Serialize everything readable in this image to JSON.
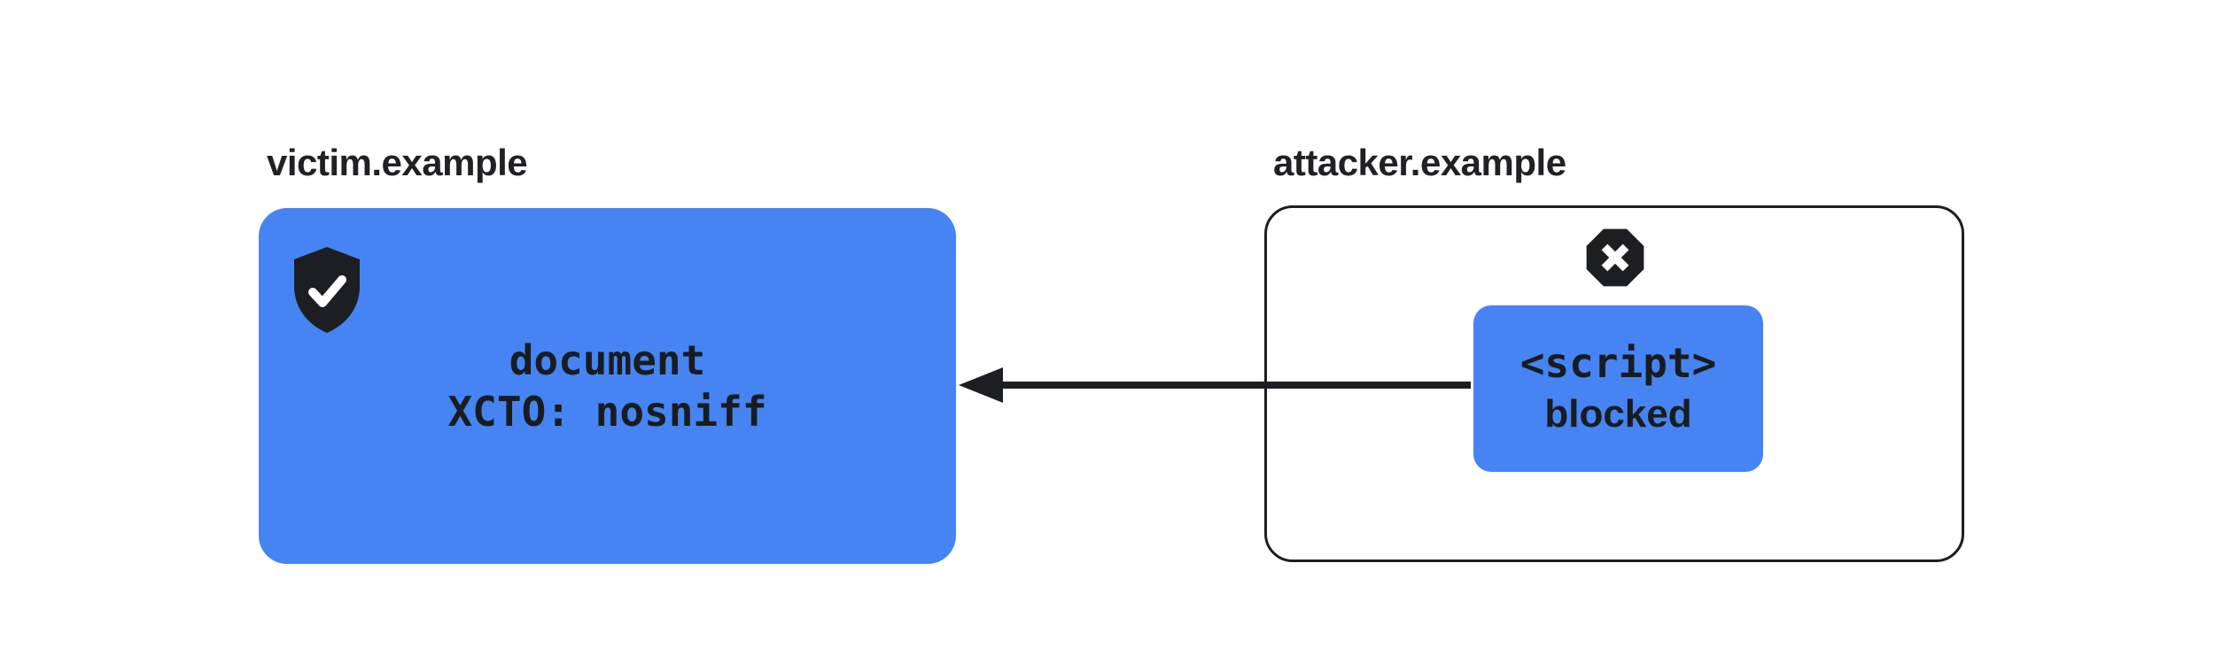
{
  "diagram": {
    "title_hint": "XCTO nosniff blocks cross-origin script",
    "colors": {
      "accent_blue": "#4584F2",
      "ink": "#1C1E21",
      "background": "#FFFFFF"
    },
    "victim": {
      "label": "victim.example",
      "icon": "shield-check-icon",
      "line1": "document",
      "line2": "XCTO: nosniff"
    },
    "attacker": {
      "label": "attacker.example",
      "icon": "x-octagon-icon",
      "script_line1": "<script>",
      "script_line2": "blocked"
    },
    "arrow": {
      "name": "request-arrow",
      "direction": "right-to-left"
    }
  }
}
